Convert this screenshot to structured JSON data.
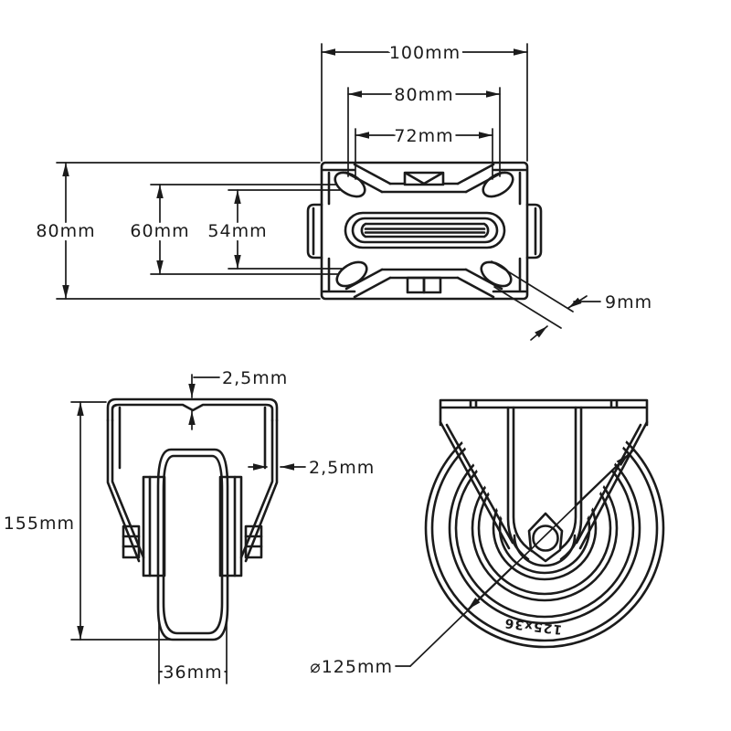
{
  "drawing": {
    "kind": "fixed caster technical drawing",
    "background": "#ffffff",
    "line_color": "#1b1b1b"
  },
  "dims": {
    "plate_width": "100mm",
    "bolt_spacing_width": "80mm",
    "slot_spacing_width": "72mm",
    "plate_depth": "80mm",
    "bolt_spacing_depth": "60mm",
    "slot_spacing_depth": "54mm",
    "bolt_hole_width": "9mm",
    "plate_thickness": "2,5mm",
    "bracket_thickness": "2,5mm",
    "overall_height": "155mm",
    "wheel_width": "36mm",
    "wheel_diameter": "⌀125mm"
  },
  "tire_marking": "125x36"
}
